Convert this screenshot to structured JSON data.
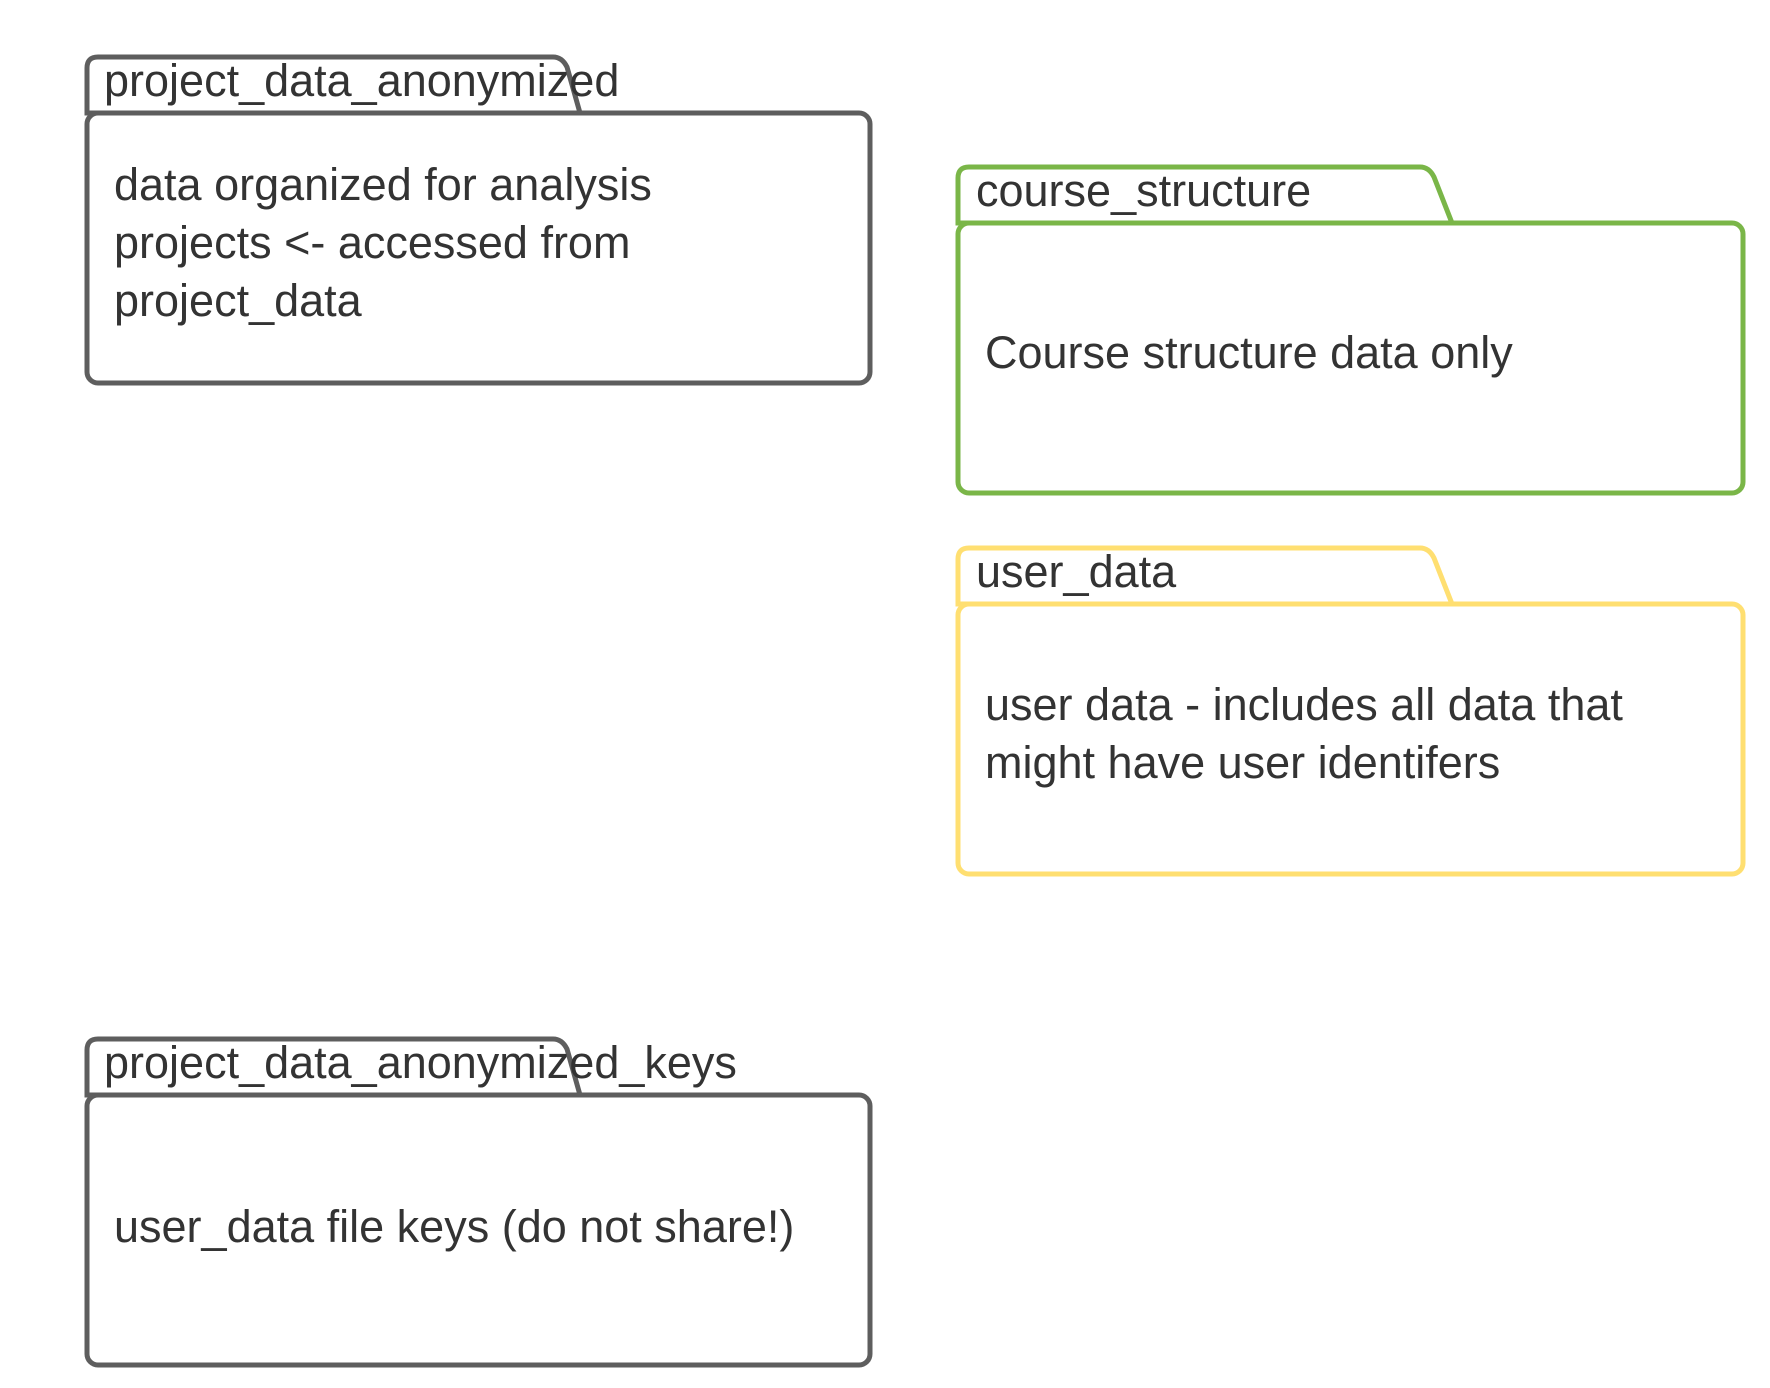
{
  "packages": [
    {
      "id": "project-data-anonymized",
      "name": "project_data_anonymized",
      "description": [
        "data organized for analysis",
        "projects <- accessed from",
        "project_data"
      ],
      "color": "#5e5e5e"
    },
    {
      "id": "course-structure",
      "name": "course_structure",
      "description": [
        "Course structure data only"
      ],
      "color": "#7ab648"
    },
    {
      "id": "user-data",
      "name": "user_data",
      "description": [
        "user data - includes all data that",
        "might have user identifers"
      ],
      "color": "#ffdf71"
    },
    {
      "id": "project-data-anonymized-keys",
      "name": "project_data_anonymized_keys",
      "description": [
        "user_data file keys (do not share!)"
      ],
      "color": "#5e5e5e"
    }
  ]
}
